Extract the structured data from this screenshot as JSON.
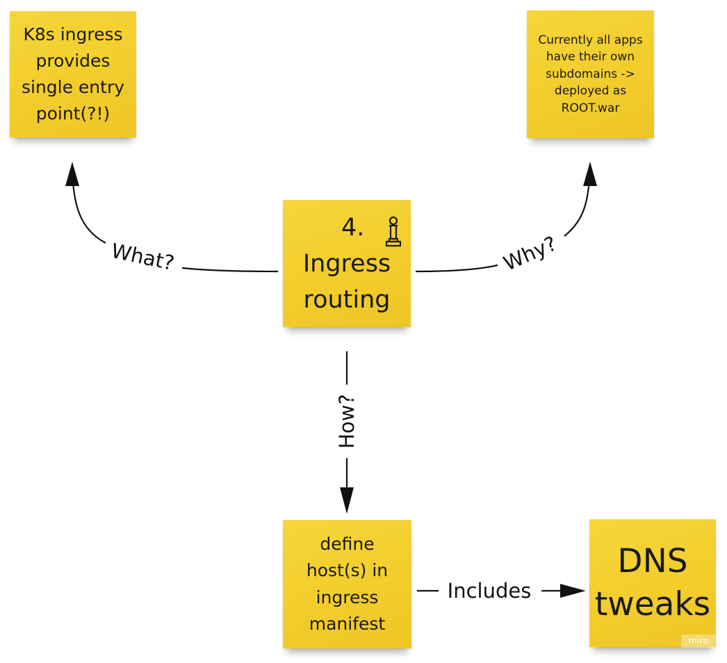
{
  "app": "miro",
  "notes": {
    "what": {
      "lines": [
        "K8s ingress",
        "provides",
        "single entry",
        "point(?!)"
      ]
    },
    "why": {
      "lines": [
        "Currently all apps",
        "have their own",
        "subdomains ->",
        "deployed as",
        "ROOT.war"
      ]
    },
    "main": {
      "number": "4.",
      "lines": [
        "Ingress",
        "routing"
      ],
      "icon": "chess-pawn-icon"
    },
    "how": {
      "lines": [
        "define",
        "host(s) in",
        "ingress",
        "manifest"
      ]
    },
    "dns": {
      "lines": [
        "DNS",
        "tweaks"
      ]
    }
  },
  "connectors": {
    "what_label": "What?",
    "why_label": "Why?",
    "how_label": "How?",
    "includes_label": "Includes"
  },
  "colors": {
    "sticky_note": "#f4d131",
    "line": "#111111",
    "background": "#ffffff"
  },
  "watermark": "miro"
}
